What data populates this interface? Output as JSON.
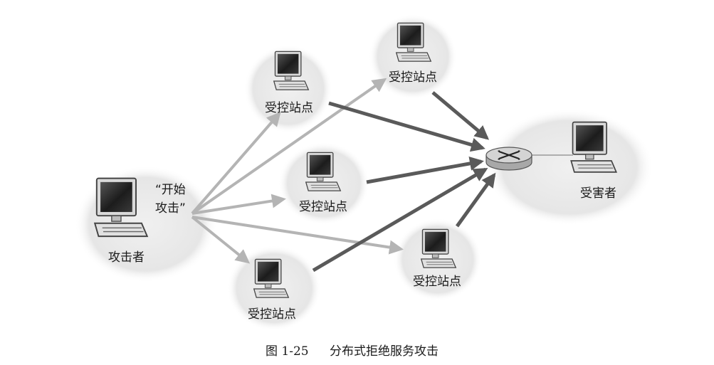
{
  "diagram": {
    "attacker": {
      "label": "攻击者",
      "speech_line1": "“开始",
      "speech_line2": "攻击”"
    },
    "victim": {
      "label": "受害者"
    },
    "router": {
      "icon": "router-icon"
    },
    "zombies": [
      {
        "label": "受控站点"
      },
      {
        "label": "受控站点"
      },
      {
        "label": "受控站点"
      },
      {
        "label": "受控站点"
      },
      {
        "label": "受控站点"
      }
    ],
    "colors": {
      "command_arrow": "#b4b4b4",
      "attack_arrow": "#5a5a5a",
      "blob": "#ececec",
      "screen": "#2a2a2a"
    }
  },
  "caption": {
    "figure_number": "图 1-25",
    "title": "分布式拒绝服务攻击"
  }
}
